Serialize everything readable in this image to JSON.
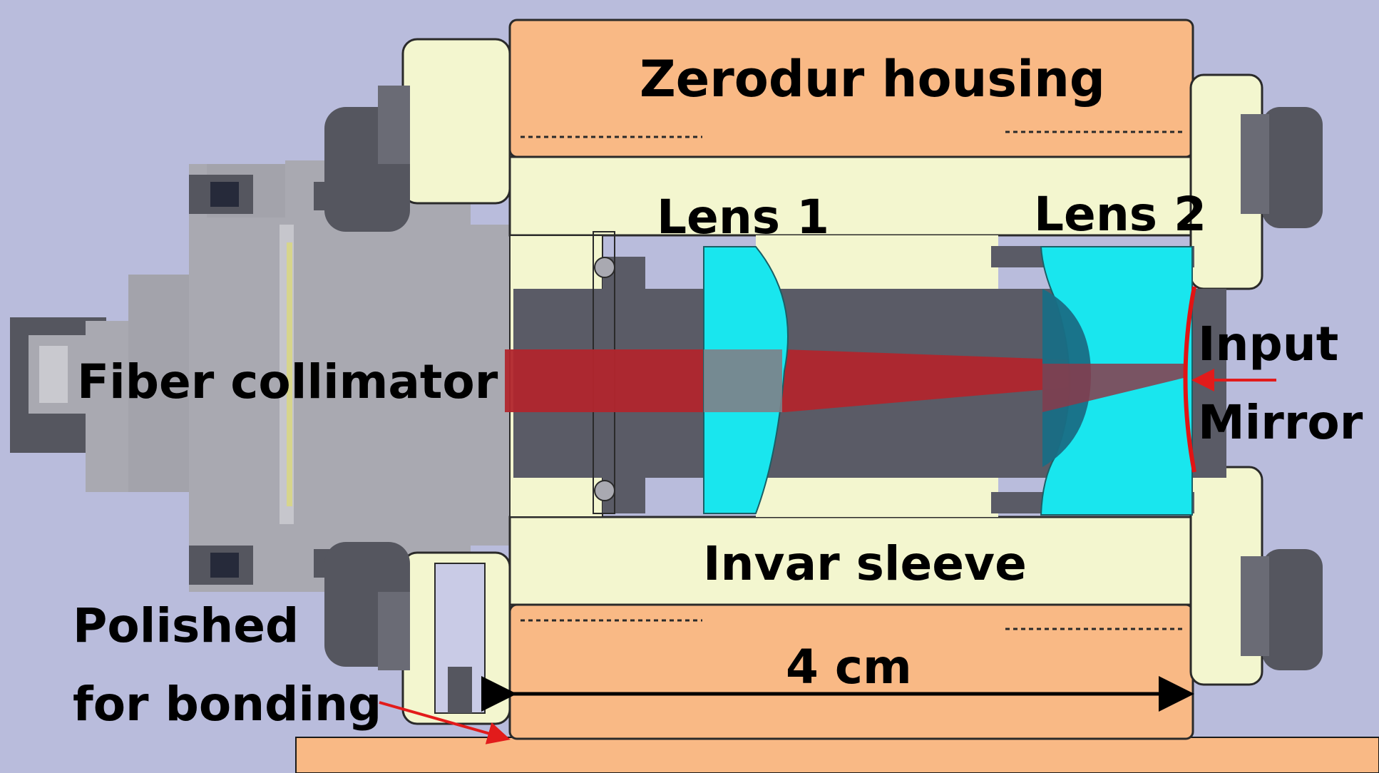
{
  "labels": {
    "zerodur_housing": "Zerodur housing",
    "lens1": "Lens 1",
    "lens2": "Lens 2",
    "fiber_collimator": "Fiber collimator",
    "input_mirror_line1": "Input",
    "input_mirror_line2": "Mirror",
    "invar_sleeve": "Invar sleeve",
    "polished_line1": "Polished",
    "polished_line2": "for bonding",
    "dimension": "4 cm"
  },
  "colors": {
    "background": "#b9bcdc",
    "zerodur": "#f9b985",
    "invar": "#f3f6cf",
    "steel": "#a9a9b1",
    "dark_bore": "#5a5b66",
    "lens_glass": "#19e6ee",
    "beam": "#b1262d",
    "arrow_red": "#e21b1b",
    "mirror": "#e11414",
    "ink": "#000000"
  }
}
